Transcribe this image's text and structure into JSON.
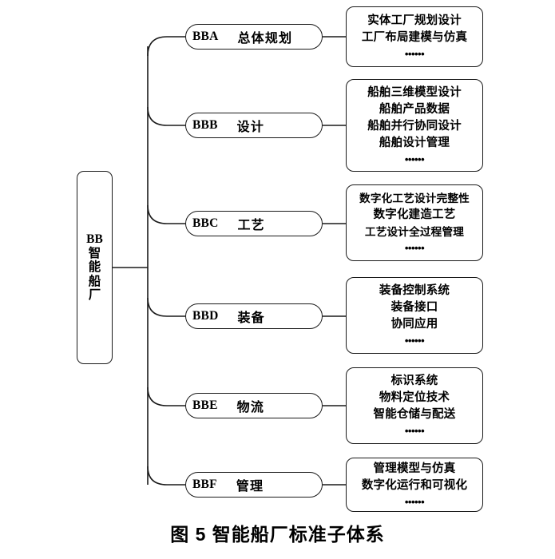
{
  "figure": {
    "caption": "图 5  智能船厂标准子体系",
    "root": {
      "code": "BB",
      "title": "智能船厂",
      "display": "BB\n智\n能\n船\n厂"
    },
    "branches": [
      {
        "code": "BBA",
        "label": "总体规划",
        "details": [
          "实体工厂规划设计",
          "工厂布局建模与仿真"
        ],
        "ellipsis": "••••••"
      },
      {
        "code": "BBB",
        "label": "设计",
        "details": [
          "船舶三维模型设计",
          "船舶产品数据",
          "船舶并行协同设计",
          "船舶设计管理"
        ],
        "ellipsis": "••••••"
      },
      {
        "code": "BBC",
        "label": "工艺",
        "details": [
          "数字化工艺设计完整性",
          "数字化建造工艺",
          "工艺设计全过程管理"
        ],
        "ellipsis": "••••••"
      },
      {
        "code": "BBD",
        "label": "装备",
        "details": [
          "装备控制系统",
          "装备接口",
          "协同应用"
        ],
        "ellipsis": "••••••"
      },
      {
        "code": "BBE",
        "label": "物流",
        "details": [
          "标识系统",
          "物料定位技术",
          "智能仓储与配送"
        ],
        "ellipsis": "••••••"
      },
      {
        "code": "BBF",
        "label": "管理",
        "details": [
          "管理模型与仿真",
          "数字化运行和可视化"
        ],
        "ellipsis": "••••••"
      }
    ],
    "colors": {
      "line": "#1a1a1a",
      "background": "#ffffff",
      "text": "#000000"
    }
  }
}
